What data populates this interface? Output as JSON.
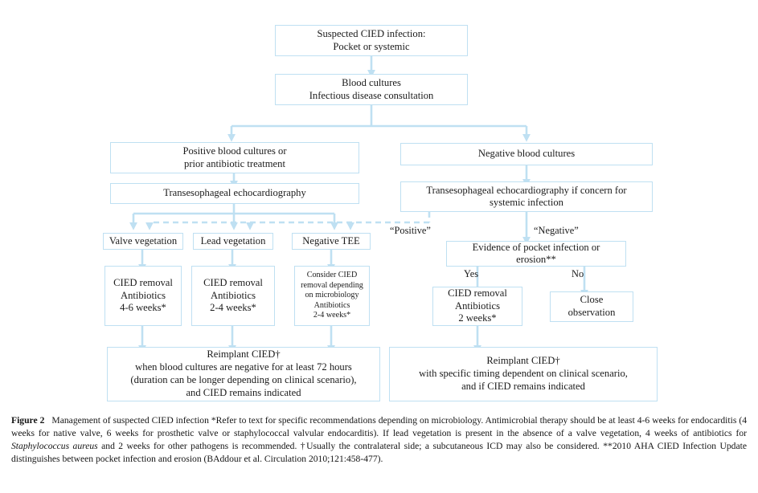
{
  "figure": {
    "type": "flowchart",
    "label": "Figure 2",
    "title": "Management of suspected CIED infection",
    "accent_color": "#bfe0f2",
    "text_color": "#1b1b1b",
    "background": "#ffffff"
  },
  "nodes": {
    "suspected": "Suspected CIED infection:\nPocket or systemic",
    "blood_cultures": "Blood cultures\nInfectious disease consultation",
    "positive_cultures": "Positive blood cultures or\nprior antibiotic treatment",
    "negative_cultures": "Negative blood cultures",
    "tee_left": "Transesophageal echocardiography",
    "tee_right": "Transesophageal echocardiography if concern for\nsystemic infection",
    "valve_vegetation": "Valve vegetation",
    "lead_vegetation": "Lead vegetation",
    "negative_tee": "Negative TEE",
    "cied_removal_46": "CIED removal\nAntibiotics\n4-6 weeks*",
    "cied_removal_24": "CIED removal\nAntibiotics\n2-4 weeks*",
    "consider_removal": "Consider CIED\nremoval depending\non microbiology\nAntibiotics\n2-4 weeks*",
    "pocket_infection": "Evidence of pocket infection or\nerosion**",
    "cied_removal_2": "CIED removal\nAntibiotics\n2 weeks*",
    "close_observation": "Close\nobservation",
    "reimplant_left": "Reimplant CIED†\nwhen blood cultures are negative for at least 72 hours\n(duration can be longer depending on clinical scenario),\nand CIED remains indicated",
    "reimplant_right": "Reimplant CIED†\nwith specific timing dependent on clinical scenario,\nand if CIED remains indicated"
  },
  "edge_labels": {
    "positive": "“Positive”",
    "negative": "“Negative”",
    "yes": "Yes",
    "no": "No"
  },
  "caption": {
    "lead": "Figure 2",
    "part1": "Management of suspected CIED infection *Refer to text for specific recommendations depending on microbiology. Antimicrobial therapy should be at least 4-6 weeks for endocarditis (4 weeks for native valve, 6 weeks for prosthetic valve or staphylococcal valvular endocarditis). If lead vegetation is present in the absence of a valve vegetation, 4 weeks of antibiotics for ",
    "italic1": "Staphylococcus aureus",
    "part2": " and 2 weeks for other pathogens is recommended. †Usually the contralateral side; a subcutaneous ICD may also be considered. **2010 AHA CIED Infection Update distinguishes between pocket infection and erosion (BAddour et al. Circulation 2010;121:458-477)."
  }
}
